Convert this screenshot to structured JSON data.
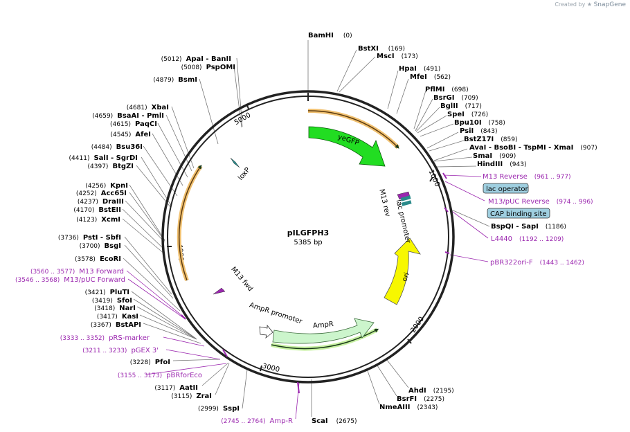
{
  "credit": {
    "prefix": "Created by",
    "brand": "SnapGene"
  },
  "plasmid": {
    "name": "pILGFPH3",
    "size_label": "5385 bp",
    "length": 5385
  },
  "ticks": [
    "1000",
    "2000",
    "3000",
    "4000",
    "5000"
  ],
  "features": {
    "yegfp": "yeGFP",
    "ori": "ori",
    "ampr": "AmpR",
    "ampr_promoter": "AmpR promoter",
    "lac_promoter": "lac promoter",
    "m13_rev": "M13 rev",
    "m13_fwd": "M13 fwd",
    "loxp": "loxP",
    "lac_operator": "lac operator",
    "cap_site": "CAP binding site"
  },
  "enzymes": [
    {
      "name": "BamHI",
      "pos": "(0)"
    },
    {
      "name": "BstXI",
      "pos": "(169)"
    },
    {
      "name": "MscI",
      "pos": "(173)"
    },
    {
      "name": "HpaI",
      "pos": "(491)"
    },
    {
      "name": "MfeI",
      "pos": "(562)"
    },
    {
      "name": "PflMI",
      "pos": "(698)"
    },
    {
      "name": "BsrGI",
      "pos": "(709)"
    },
    {
      "name": "BglII",
      "pos": "(717)"
    },
    {
      "name": "SpeI",
      "pos": "(726)"
    },
    {
      "name": "Bpu10I",
      "pos": "(758)"
    },
    {
      "name": "PsiI",
      "pos": "(843)"
    },
    {
      "name": "BstZ17I",
      "pos": "(859)"
    },
    {
      "name": "AvaI - BsoBI - TspMI - XmaI",
      "pos": "(907)"
    },
    {
      "name": "SmaI",
      "pos": "(909)"
    },
    {
      "name": "HindIII",
      "pos": "(943)"
    },
    {
      "name": "BspQI - SapI",
      "pos": "(1186)"
    },
    {
      "name": "AhdI",
      "pos": "(2195)"
    },
    {
      "name": "BsrFI",
      "pos": "(2275)"
    },
    {
      "name": "NmeAIII",
      "pos": "(2343)"
    },
    {
      "name": "ScaI",
      "pos": "(2675)"
    },
    {
      "name": "SspI",
      "pos": "(2999)"
    },
    {
      "name": "ZraI",
      "pos": "(3115)"
    },
    {
      "name": "AatII",
      "pos": "(3117)"
    },
    {
      "name": "PfoI",
      "pos": "(3228)"
    },
    {
      "name": "BstAPI",
      "pos": "(3367)"
    },
    {
      "name": "KasI",
      "pos": "(3417)"
    },
    {
      "name": "NarI",
      "pos": "(3418)"
    },
    {
      "name": "SfoI",
      "pos": "(3419)"
    },
    {
      "name": "PluTI",
      "pos": "(3421)"
    },
    {
      "name": "EcoRI",
      "pos": "(3578)"
    },
    {
      "name": "BsgI",
      "pos": "(3700)"
    },
    {
      "name": "PstI - SbfI",
      "pos": "(3736)"
    },
    {
      "name": "XcmI",
      "pos": "(4123)"
    },
    {
      "name": "BstEII",
      "pos": "(4170)"
    },
    {
      "name": "DraIII",
      "pos": "(4237)"
    },
    {
      "name": "Acc65I",
      "pos": "(4252)"
    },
    {
      "name": "KpnI",
      "pos": "(4256)"
    },
    {
      "name": "BtgZI",
      "pos": "(4397)"
    },
    {
      "name": "SalI - SgrDI",
      "pos": "(4411)"
    },
    {
      "name": "Bsu36I",
      "pos": "(4484)"
    },
    {
      "name": "AfeI",
      "pos": "(4545)"
    },
    {
      "name": "PaqCI",
      "pos": "(4615)"
    },
    {
      "name": "BsaAI - PmlI",
      "pos": "(4659)"
    },
    {
      "name": "XbaI",
      "pos": "(4681)"
    },
    {
      "name": "BsmI",
      "pos": "(4879)"
    },
    {
      "name": "PspOMI",
      "pos": "(5008)"
    },
    {
      "name": "ApaI - BanII",
      "pos": "(5012)"
    }
  ],
  "primers": [
    {
      "name": "M13 Reverse",
      "pos": "(961 .. 977)"
    },
    {
      "name": "M13/pUC Reverse",
      "pos": "(974 .. 996)"
    },
    {
      "name": "L4440",
      "pos": "(1192 .. 1209)"
    },
    {
      "name": "pBR322ori-F",
      "pos": "(1443 .. 1462)"
    },
    {
      "name": "Amp-R",
      "pos": "(2745 .. 2764)"
    },
    {
      "name": "pBRforEco",
      "pos": "(3155 .. 3173)"
    },
    {
      "name": "pGEX 3'",
      "pos": "(3211 .. 3233)"
    },
    {
      "name": "pRS-marker",
      "pos": "(3333 .. 3352)"
    },
    {
      "name": "M13/pUC Forward",
      "pos": "(3546 .. 3568)"
    },
    {
      "name": "M13 Forward",
      "pos": "(3560 .. 3577)"
    }
  ],
  "colors": {
    "backbone": "#222222",
    "gfp": "#22dd22",
    "ori": "#f7f700",
    "ampr": "#ccf5cc",
    "orf": "#f0c070",
    "primer": "#9b27af",
    "box_fill": "#9fcfe0",
    "loxp": "#2a8a8a"
  }
}
